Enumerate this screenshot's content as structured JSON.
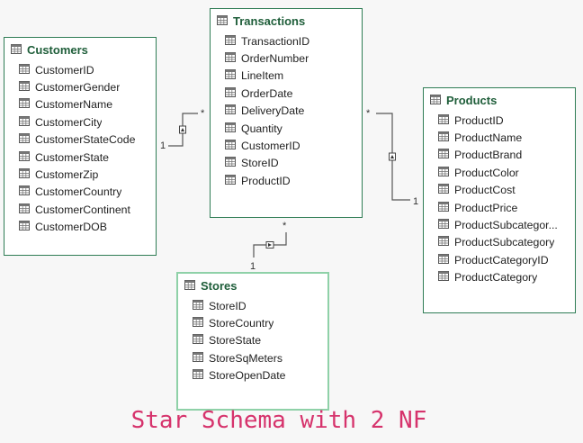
{
  "tables": {
    "customers": {
      "title": "Customers",
      "fields": [
        "CustomerID",
        "CustomerGender",
        "CustomerName",
        "CustomerCity",
        "CustomerStateCode",
        "CustomerState",
        "CustomerZip",
        "CustomerCountry",
        "CustomerContinent",
        "CustomerDOB"
      ]
    },
    "transactions": {
      "title": "Transactions",
      "fields": [
        "TransactionID",
        "OrderNumber",
        "LineItem",
        "OrderDate",
        "DeliveryDate",
        "Quantity",
        "CustomerID",
        "StoreID",
        "ProductID"
      ]
    },
    "products": {
      "title": "Products",
      "fields": [
        "ProductID",
        "ProductName",
        "ProductBrand",
        "ProductColor",
        "ProductCost",
        "ProductPrice",
        "ProductSubcategor...",
        "ProductSubcategory",
        "ProductCategoryID",
        "ProductCategory"
      ]
    },
    "stores": {
      "title": "Stores",
      "fields": [
        "StoreID",
        "StoreCountry",
        "StoreState",
        "StoreSqMeters",
        "StoreOpenDate"
      ]
    }
  },
  "relationships": {
    "customers_transactions": {
      "one": "1",
      "many": "*"
    },
    "products_transactions": {
      "one": "1",
      "many": "*"
    },
    "stores_transactions": {
      "one": "1",
      "many": "*"
    }
  },
  "caption": "Star Schema with 2 NF",
  "colors": {
    "header_text": "#1f5e3a",
    "border": "#2f7d55",
    "selected_border": "#8fd1a8",
    "caption": "#d6336c"
  },
  "icons": {
    "table": "table-grid-icon",
    "field": "column-grid-icon"
  }
}
